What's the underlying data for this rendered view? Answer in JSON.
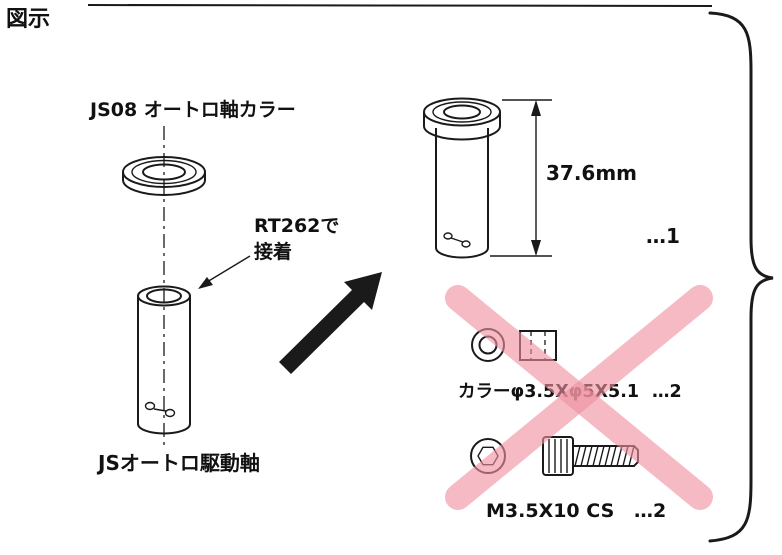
{
  "page": {
    "corner_label": "図示"
  },
  "left_view": {
    "collar_label": "JS08 オートロ軸カラー",
    "glue_note_line1": "RT262で",
    "glue_note_line2": "接着",
    "shaft_label": "JSオートロ駆動軸"
  },
  "right_view": {
    "dimension_label": "37.6mm",
    "quantity_label": "…1"
  },
  "deprecated_parts": {
    "collar_spec_label": "カラーφ3.5Xφ5X5.1",
    "collar_quantity_label": "…2",
    "screw_spec_label": "M3.5X10 CS",
    "screw_quantity_label": "…2"
  },
  "colors": {
    "ink": "#1a1a1a",
    "cross_out_pink": "#ef8fa0"
  }
}
